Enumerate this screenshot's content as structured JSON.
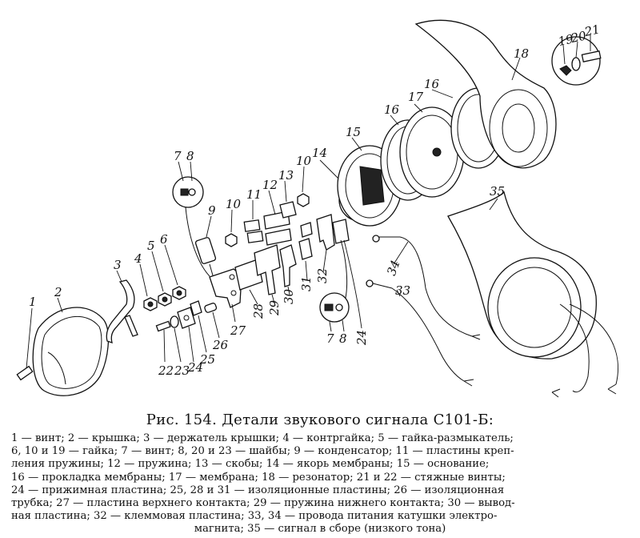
{
  "figure": {
    "caption_title": "Рис. 154. Детали звукового сигнала С101-Б:",
    "caption_lines": [
      "1 — винт; 2 — крышка; 3 — держатель крышки; 4 — контргайка; 5 — гайка-размыкатель;",
      "6, 10 и 19 — гайка; 7 — винт; 8, 20 и 23 — шайбы; 9 — конденсатор; 11 — пластины креп-",
      "ления пружины; 12 — пружина; 13 — скобы; 14 — якорь мембраны; 15 — основание;",
      "16 — прокладка мембраны; 17 — мембрана; 18 — резонатор; 21 и 22 — стяжные винты;",
      "24 — прижимная пластина; 25, 28 и 31 — изоляционные пластины; 26 — изоляционная",
      "трубка; 27 — пластина верхнего контакта; 29 — пружина нижнего контакта; 30 — вывод-",
      "ная пластина; 32 — клеммовая пластина; 33, 34 — провода питания катушки электро-",
      "магнита; 35 — сигнал в сборе (низкого тона)"
    ],
    "part_labels": {
      "p1": "1",
      "p2": "2",
      "p3": "3",
      "p4": "4",
      "p5": "5",
      "p6": "6",
      "p7a": "7",
      "p8a": "8",
      "p9": "9",
      "p10a": "10",
      "p11": "11",
      "p12": "12",
      "p13": "13",
      "p10b": "10",
      "p14": "14",
      "p15": "15",
      "p16a": "16",
      "p17": "17",
      "p16b": "16",
      "p18": "18",
      "p19": "19",
      "p20": "20",
      "p21": "21",
      "p22": "22",
      "p23": "23",
      "p24a": "24",
      "p25": "25",
      "p26": "26",
      "p27": "27",
      "p28": "28",
      "p29": "29",
      "p30": "30",
      "p31": "31",
      "p32": "32",
      "p7b": "7",
      "p8b": "8",
      "p24b": "24",
      "p33": "33",
      "p34": "34",
      "p35": "35"
    }
  }
}
